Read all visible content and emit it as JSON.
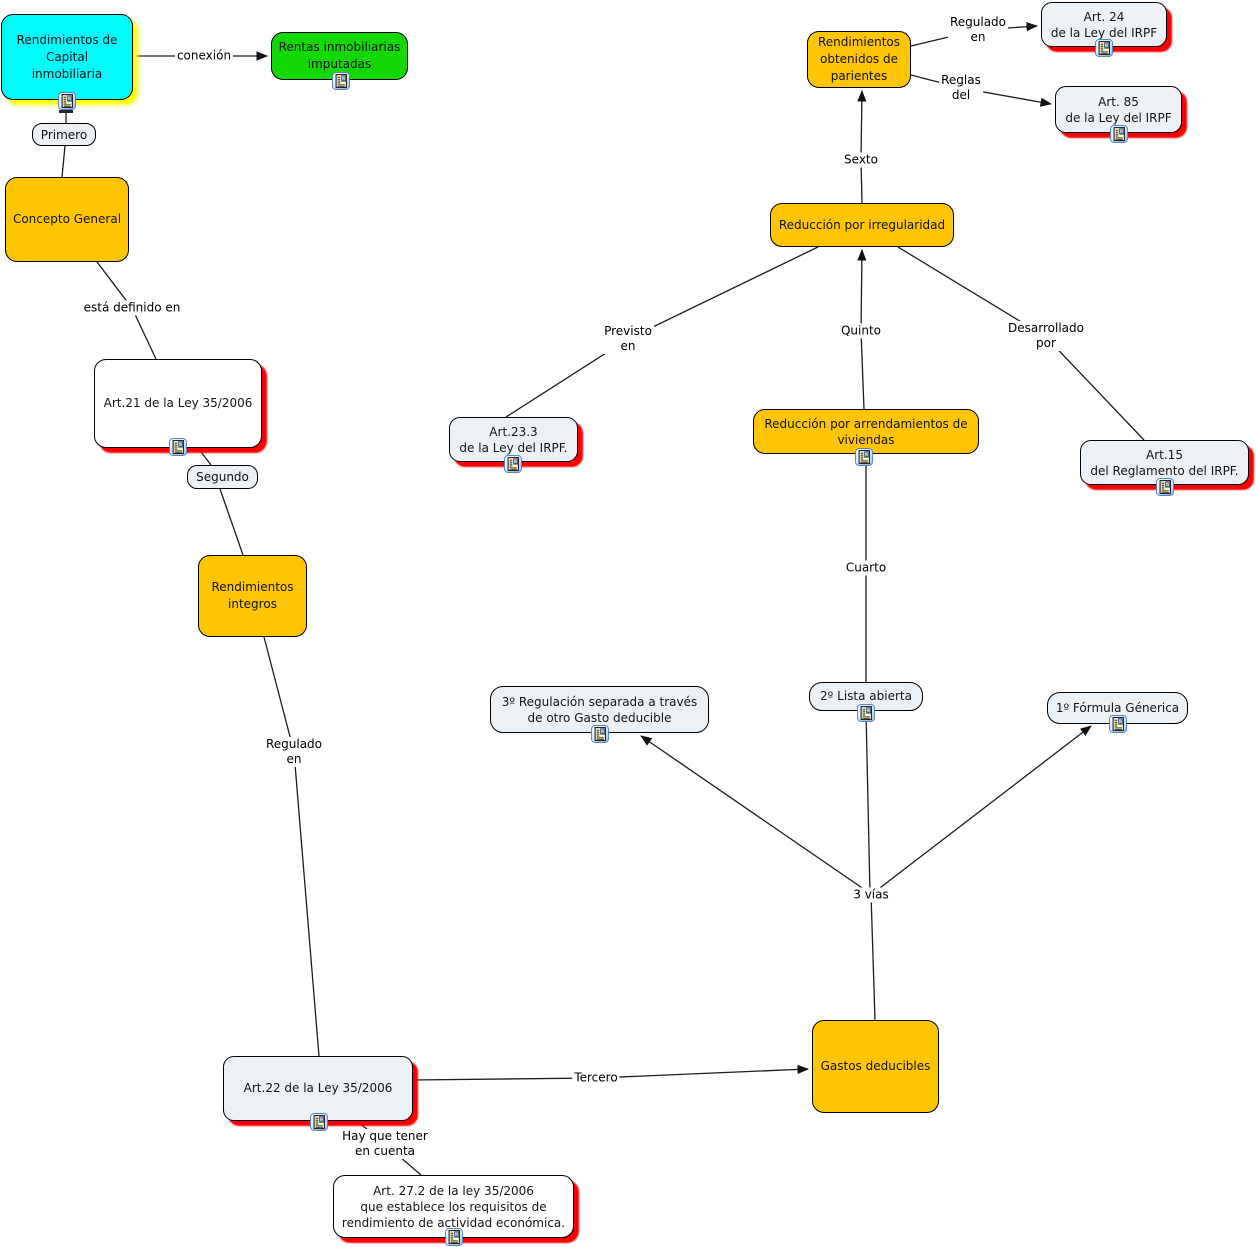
{
  "diagram": {
    "kind": "concept-map",
    "background": "#ffffff",
    "colors": {
      "topic_orange": "#FDC504",
      "root_cyan": "#00FBFB",
      "root_selection_glow": "#FFFF00",
      "linked_green": "#13D805",
      "reference_gray": "#EBF1F5",
      "reference_white": "#FFFFFF",
      "reference_shadow_red": "#FB0000",
      "line_black": "#1D1D1D",
      "text_black": "#151515"
    }
  },
  "nodes": {
    "rend_capital": {
      "text": "Rendimientos de\nCapital\ninmobiliaria"
    },
    "rentas_imputadas": {
      "text": "Rentas inmobiliarias\nimputadas"
    },
    "concepto_general": {
      "text": "Concepto General"
    },
    "art21": {
      "text": "Art.21 de la Ley 35/2006"
    },
    "rend_integros": {
      "text": "Rendimientos\nintegros"
    },
    "art22": {
      "text": "Art.22 de la Ley 35/2006"
    },
    "art272": {
      "text": "Art. 27.2 de la ley 35/2006\nque establece los requisitos de\nrendimiento de actividad económica."
    },
    "gastos": {
      "text": "Gastos deducibles"
    },
    "regulacion_sep": {
      "text": "3º Regulación separada a través\nde otro Gasto deducible"
    },
    "lista_abierta": {
      "text": "2º Lista abierta"
    },
    "formula_generica": {
      "text": "1º Fórmula Génerica"
    },
    "red_arrend": {
      "text": "Reducción por arrendamientos de\nviviendas"
    },
    "red_irreg": {
      "text": "Reducción por irregularidad"
    },
    "rend_parientes": {
      "text": "Rendimientos\nobtenidos de\nparientes"
    },
    "art233": {
      "text": "Art.23.3\nde la Ley del IRPF."
    },
    "art15": {
      "text": "Art.15\ndel Reglamento del IRPF."
    },
    "art24": {
      "text": "Art. 24\nde la Ley del IRPF"
    },
    "art85": {
      "text": "Art. 85\nde la Ley del IRPF"
    }
  },
  "labels": {
    "primero": "Primero",
    "segundo": "Segundo",
    "tercero": "Tercero",
    "cuarto": "Cuarto",
    "quinto": "Quinto",
    "sexto": "Sexto",
    "conexion": "conexión",
    "esta_definido": "está definido en",
    "regulado_en_1": "Regulado\nen",
    "hay_que_tener": "Hay que tener\nen cuenta",
    "tres_vias": "3 vías",
    "previsto_en": "Previsto\nen",
    "desarrollado": "Desarrollado\npor",
    "regulado_en_2": "Regulado\nen",
    "reglas_del": "Reglas\ndel"
  },
  "icons": {
    "resource": "document-with-image-resource-icon"
  }
}
